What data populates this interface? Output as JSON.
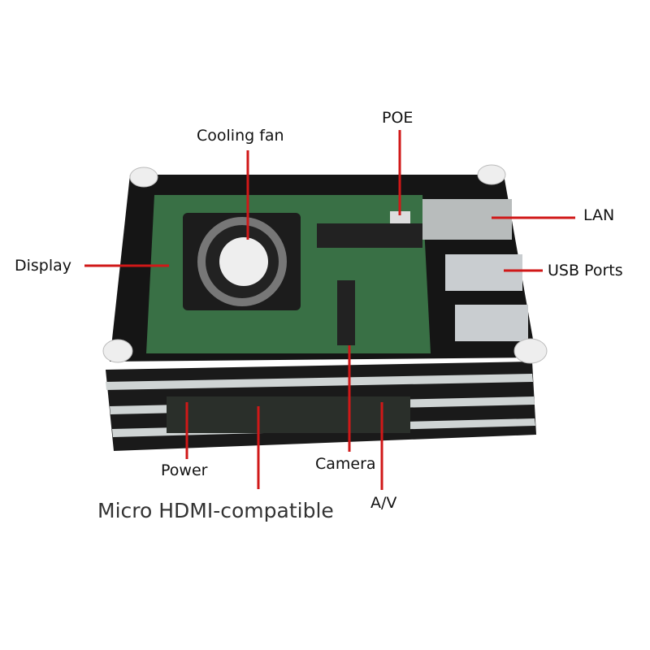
{
  "labels": {
    "cooling_fan": "Cooling fan",
    "poe": "POE",
    "lan": "LAN",
    "usb_ports": "USB Ports",
    "display": "Display",
    "power": "Power",
    "camera": "Camera",
    "micro_hdmi": "Micro HDMI-compatible",
    "av": "A/V"
  },
  "colors": {
    "callout_line": "#d01818",
    "case_black": "#111111",
    "board_green": "#3d7a4a"
  }
}
